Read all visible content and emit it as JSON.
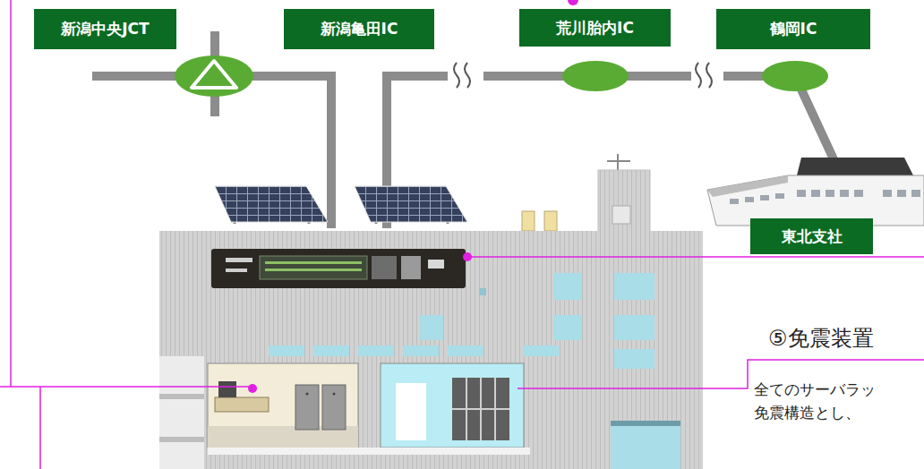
{
  "diagram": {
    "nodes": [
      {
        "text": [
          "新潟中央JCT"
        ]
      },
      {
        "text": [
          "新潟亀田IC"
        ]
      },
      {
        "text": [
          "荒川胎内IC"
        ]
      },
      {
        "text": [
          "鶴岡IC"
        ]
      },
      {
        "text": [
          "東北支社"
        ]
      }
    ],
    "labels": [
      "⑤免震装置",
      "全てのサーバラッ",
      "免震構造とし、"
    ]
  }
}
